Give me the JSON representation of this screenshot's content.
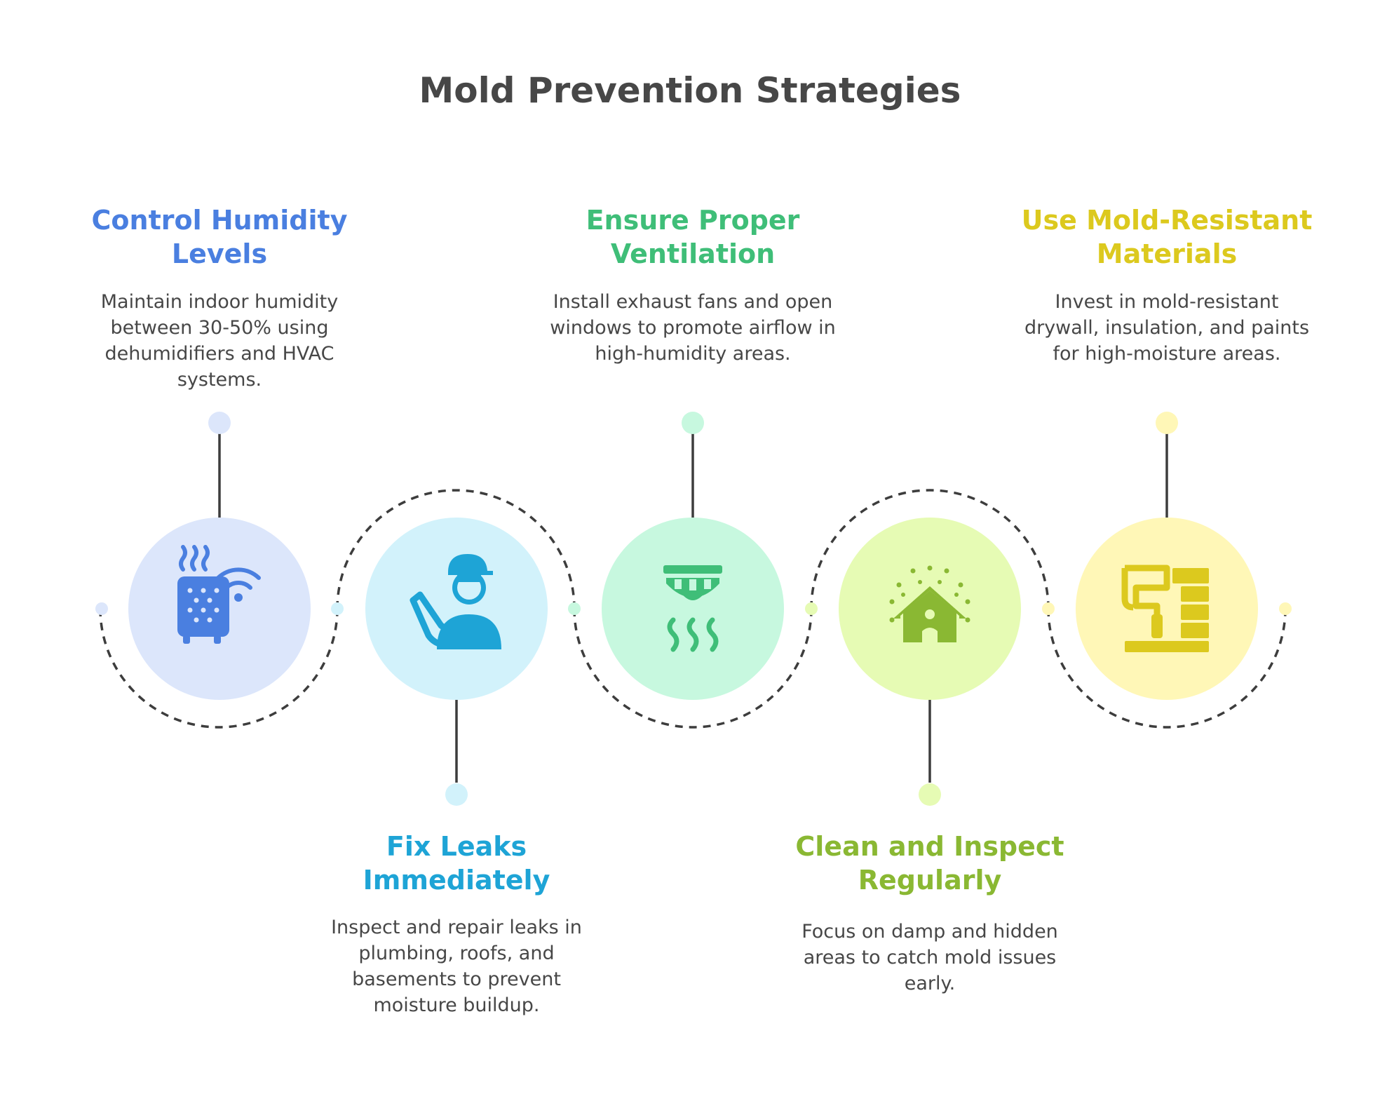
{
  "title": "Mold Prevention Strategies",
  "colors": {
    "text": "#474747",
    "line": "#3d3d3d",
    "blue": "#4a7fe0",
    "cyan": "#1ea4d6",
    "green": "#3fbe78",
    "lime": "#8ab833",
    "yellow": "#dcc91e"
  },
  "steps": [
    {
      "title_line1": "Control Humidity",
      "title_line2": "Levels",
      "description": "Maintain indoor humidity between 30-50% using dehumidifiers and HVAC systems.",
      "icon": "dehumidifier-wifi-icon"
    },
    {
      "title_line1": "Fix Leaks",
      "title_line2": "Immediately",
      "description": "Inspect and repair leaks in plumbing, roofs, and basements to prevent moisture buildup.",
      "icon": "plumber-repair-icon"
    },
    {
      "title_line1": "Ensure Proper",
      "title_line2": "Ventilation",
      "description": "Install exhaust fans and open windows to promote airflow in high-humidity areas.",
      "icon": "exhaust-vent-icon"
    },
    {
      "title_line1": "Clean and Inspect",
      "title_line2": "Regularly",
      "description": "Focus on damp and hidden areas to catch mold issues early.",
      "icon": "clean-house-icon"
    },
    {
      "title_line1": "Use Mold-Resistant",
      "title_line2": "Materials",
      "description": "Invest in mold-resistant drywall, insulation, and paints for high-moisture areas.",
      "icon": "paint-brick-wall-icon"
    }
  ]
}
